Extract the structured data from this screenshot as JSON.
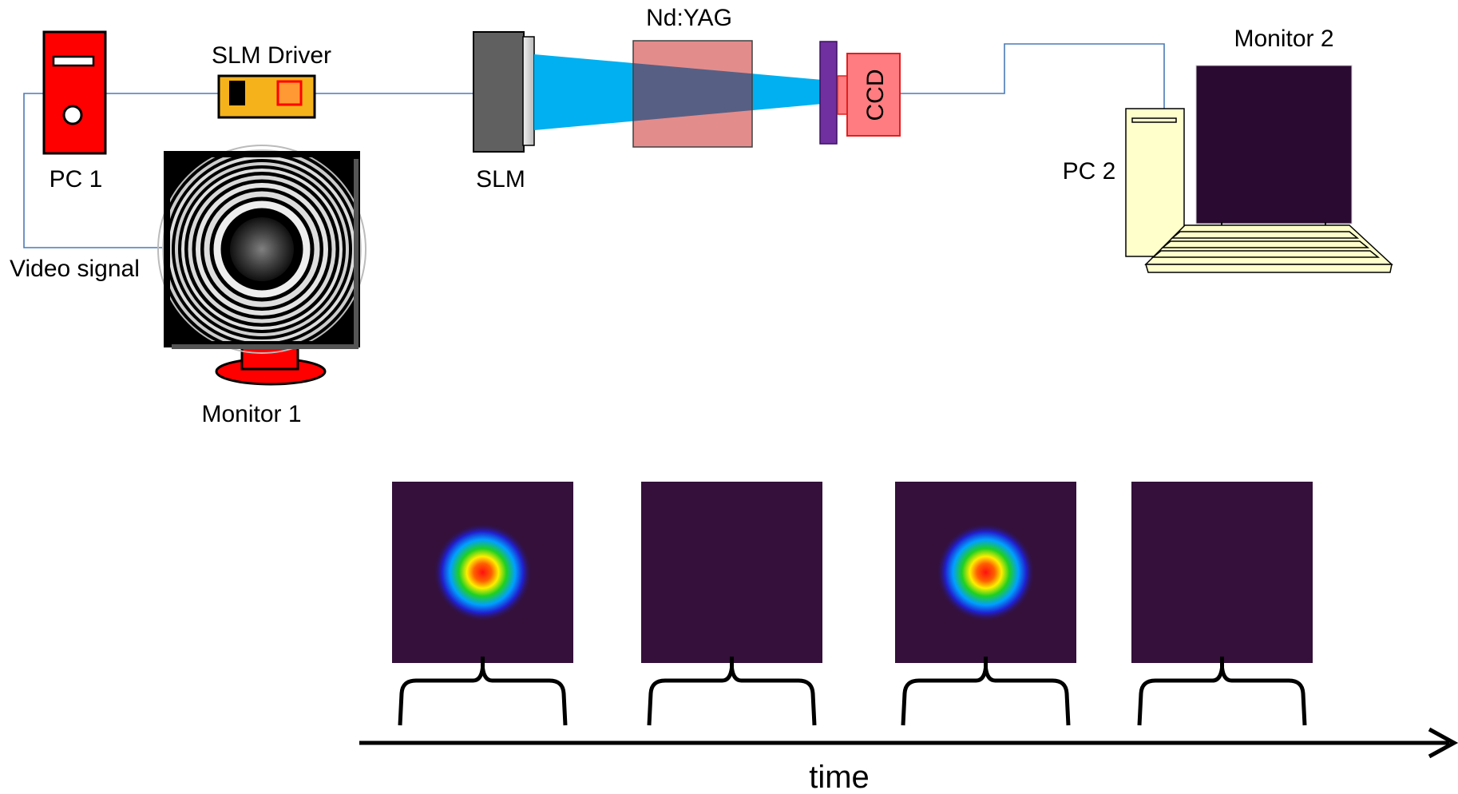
{
  "labels": {
    "pc1": "PC 1",
    "slm_driver": "SLM Driver",
    "slm": "SLM",
    "ndyag": "Nd:YAG",
    "ccd": "CCD",
    "monitor2": "Monitor 2",
    "pc2": "PC 2",
    "video_signal": "Video signal",
    "monitor1": "Monitor 1",
    "time": "time"
  },
  "frames": [
    {
      "beam": "on"
    },
    {
      "beam": "off"
    },
    {
      "beam": "on"
    },
    {
      "beam": "off"
    }
  ],
  "colors": {
    "cable": "#4a7ab8",
    "pc1": "#ff0000",
    "slm_driver": "#f5b21b",
    "slm_body": "#606060",
    "laser_beam": "#00b0f0",
    "ndyag_crystal": "#e06666",
    "filter": "#7030a0",
    "ccd": "#ff7c80",
    "monitor_screen": "#2a0a30",
    "pc2": "#ffffcc"
  }
}
